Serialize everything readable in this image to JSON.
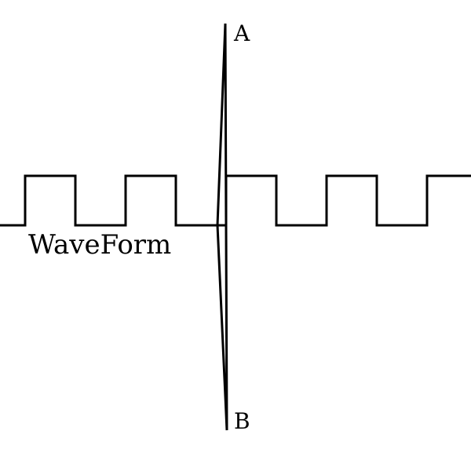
{
  "labels": {
    "top": "A",
    "bottom": "B",
    "waveform": "WaveForm"
  },
  "colors": {
    "stroke": "#000000",
    "background": "#ffffff"
  }
}
